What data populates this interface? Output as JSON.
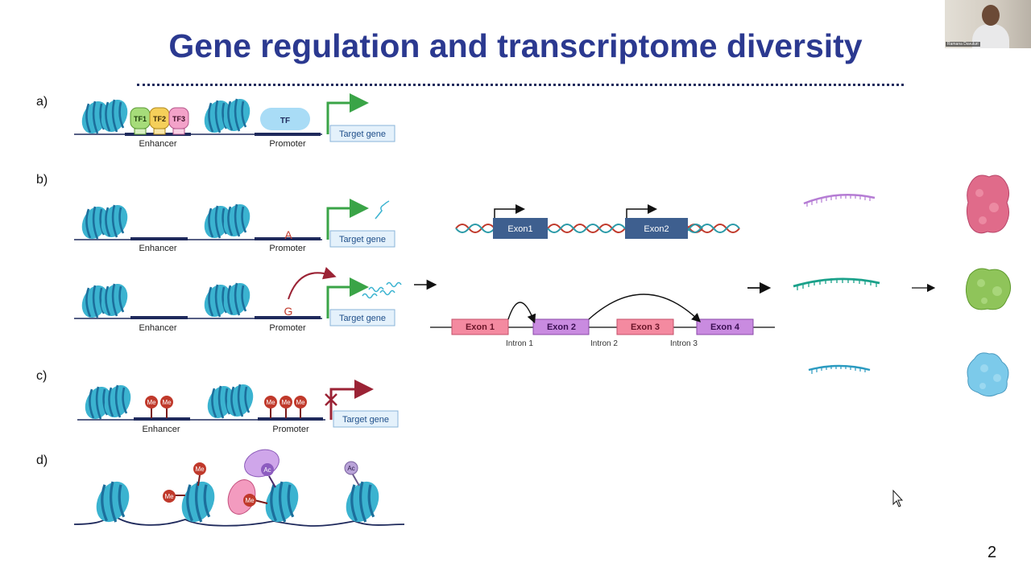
{
  "slide": {
    "title": "Gene regulation and transcriptome diversity",
    "page_number": "2"
  },
  "panel_labels": [
    "a)",
    "b)",
    "c)",
    "d)"
  ],
  "common": {
    "enhancer": "Enhancer",
    "promoter": "Promoter",
    "target_gene": "Target gene"
  },
  "panel_a": {
    "tf1": "TF1",
    "tf2": "TF2",
    "tf3": "TF3",
    "tf": "TF"
  },
  "panel_b": {
    "allele_1": "A",
    "allele_2": "G",
    "exon_pair": [
      "Exon1",
      "Exon2"
    ],
    "exons": [
      "Exon 1",
      "Exon 2",
      "Exon 3",
      "Exon 4"
    ],
    "introns": [
      "Intron 1",
      "Intron 2",
      "Intron 3"
    ]
  },
  "methyl_mark": "Me",
  "acetyl_mark": "Ac",
  "webcam": {
    "name": "Ramana Davuluri"
  },
  "colors": {
    "title": "#2b3990",
    "nucleosome": "#3bb3d0",
    "nucleosome_dark": "#1c6f9c",
    "dna": "#1f2a5c",
    "arrow_active": "#3aa447",
    "arrow_blocked": "#9b2335",
    "methyl": "#c0392b",
    "exon_pink": "#f48aa0",
    "exon_purple": "#c98be0",
    "exon_blue": "#3e5f8f",
    "protein_pink": "#e06b8a",
    "protein_green": "#8fc45a",
    "protein_blue": "#7ccaea"
  }
}
